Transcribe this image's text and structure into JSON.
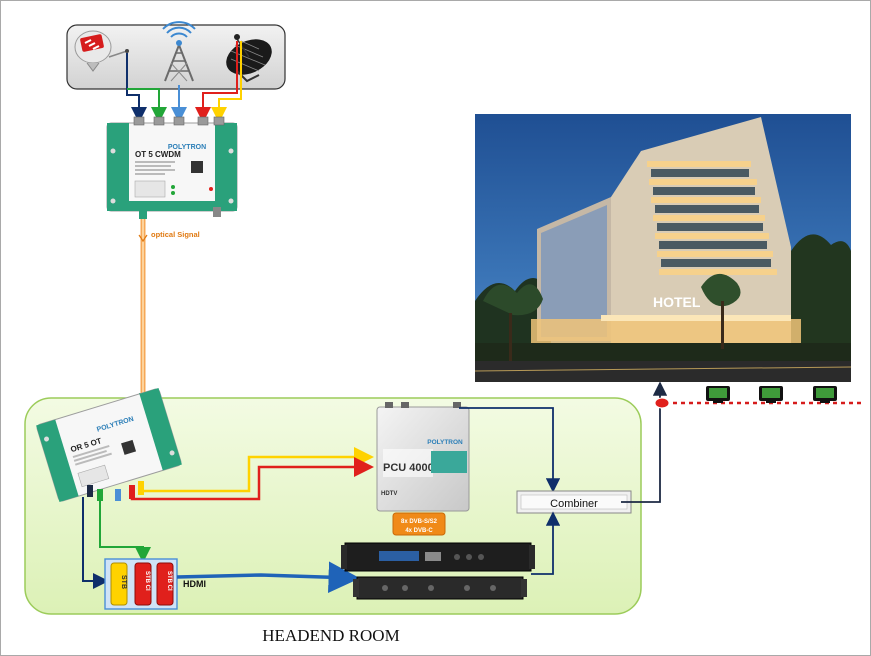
{
  "colors": {
    "room_fill": "#e4f5c8",
    "room_stroke": "#9ccc5a",
    "device_green": "#2aa17b",
    "polytron_blue": "#2c7fb8",
    "yellow": "#ffd200",
    "red": "#e0201c",
    "green": "#22a638",
    "blue": "#4a8fd6",
    "navy": "#0f2f6b",
    "optical": "#f59a3a",
    "dashed_red": "#d61c1c"
  },
  "icons": {
    "sources": [
      "satellite-dish-small-icon",
      "tv-antenna-tower-icon",
      "satellite-dish-large-icon"
    ],
    "stb_box": "stb-receiver-icon",
    "tv_screens": [
      "tv-screen-icon",
      "tv-screen-icon",
      "tv-screen-icon"
    ],
    "hotel_photo": "hotel-building-photo"
  },
  "labels": {
    "transmitter_model": "OT 5 CWDM",
    "transmitter_brand": "POLYTRON",
    "optical_signal": "optical Signal",
    "receiver_model": "OR 5 OT",
    "receiver_brand": "POLYTRON",
    "pcu_model": "PCU 4000",
    "pcu_brand": "POLYTRON",
    "pcu_sub": "HDTV",
    "pcu_badge_top": "8x DVB-S/S2",
    "pcu_badge_bottom": "4x DVB-C",
    "combiner": "Combiner",
    "hdmi": "HDMI",
    "stb": "STB",
    "stb_ci": "STB CI",
    "hotel_sign": "HOTEL",
    "room_title": "HEADEND ROOM"
  }
}
